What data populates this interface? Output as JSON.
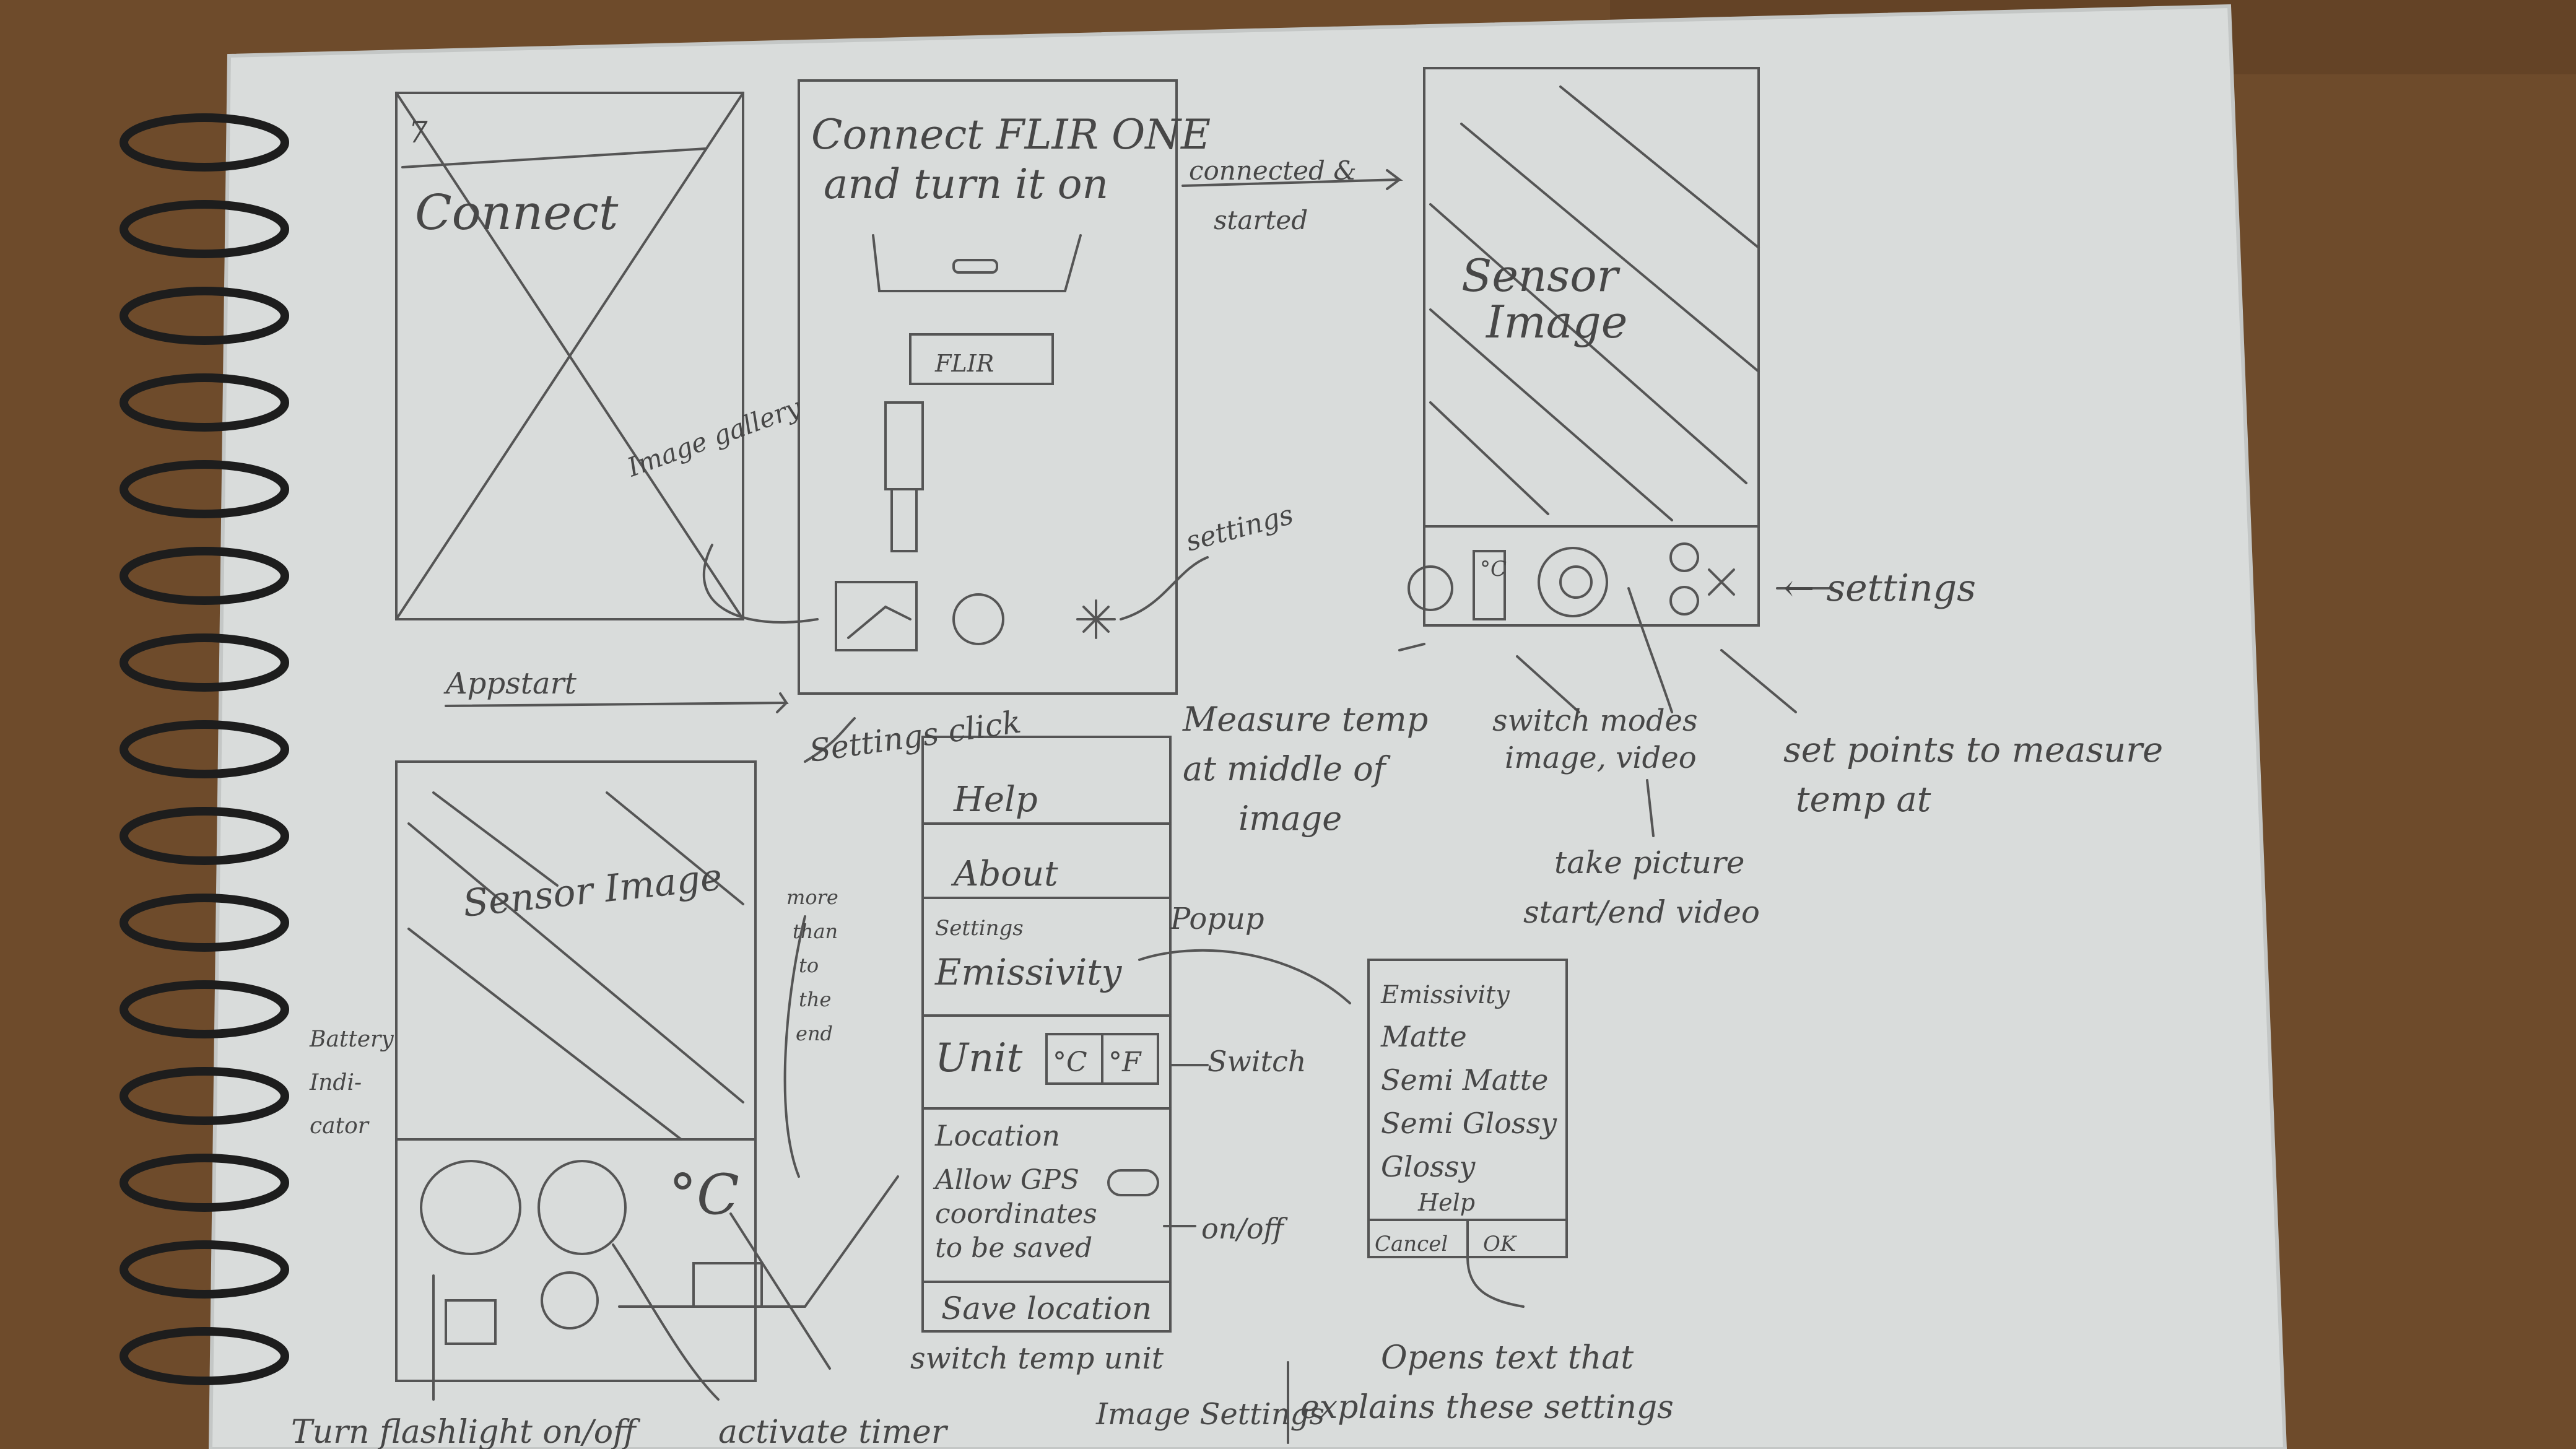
{
  "sketch": {
    "screen_connect": {
      "title": "Connect",
      "corner_mark": "7",
      "image_gallery_note": "Image gallery",
      "app_start_note": "Appstart"
    },
    "screen_instructions": {
      "title_line1": "Connect FLIR ONE",
      "title_line2": "and turn it on",
      "device_label": "FLIR",
      "connected_note_line1": "connected &",
      "connected_note_line2": "started",
      "settings_note": "settings"
    },
    "screen_sensor": {
      "image_label_line1": "Sensor",
      "image_label_line2": "Image",
      "temp_unit": "°C",
      "settings_note": "← settings",
      "measure_note_line1": "Measure temp",
      "measure_note_line2": "at middle of",
      "measure_note_line3": "image",
      "switch_modes_line1": "switch modes",
      "switch_modes_line2": "image, video",
      "take_picture_line1": "take picture",
      "take_picture_line2": "start/end video",
      "set_points_line1": "set points to measure",
      "set_points_line2": "temp at"
    },
    "screen_settings": {
      "click_note": "Settings click",
      "help": "Help",
      "about": "About",
      "settings_header": "Settings",
      "emissivity": "Emissivity",
      "popup_note": "Popup",
      "unit": "Unit",
      "unit_c": "°C",
      "unit_f": "°F",
      "switch_note": "Switch",
      "location_header": "Location",
      "location_line1": "Allow GPS",
      "location_line2": "coordinates",
      "location_line3": "to be saved",
      "onoff_note": "on/off",
      "save_location": "Save location",
      "more_line1": "more",
      "more_line2": "than",
      "more_line3": "to",
      "more_line4": "the",
      "more_line5": "end"
    },
    "screen_sensor_menu": {
      "image_label": "Sensor Image",
      "temp_unit": "°C",
      "battery_line1": "Battery",
      "battery_line2": "Indi-",
      "battery_line3": "cator",
      "flashlight_note": "Turn flashlight on/off",
      "timer_note": "activate timer",
      "switch_unit_note": "switch temp unit",
      "image_settings_note": "Image Settings"
    },
    "emissivity_popup": {
      "title": "Emissivity",
      "option_1": "Matte",
      "option_2": "Semi Matte",
      "option_3": "Semi Glossy",
      "option_4": "Glossy",
      "extra": "Help",
      "cancel": "Cancel",
      "ok": "OK",
      "note_line1": "Opens text that",
      "note_line2": "explains these settings"
    }
  }
}
